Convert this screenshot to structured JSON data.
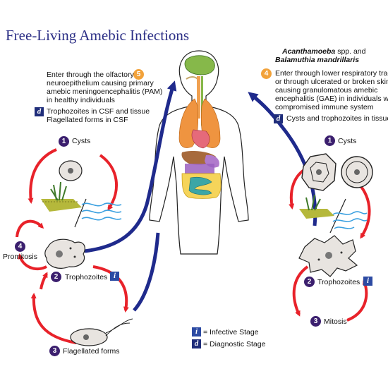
{
  "title": "Free-Living Amebic Infections",
  "left": {
    "step5_badge": "5",
    "step5_text": [
      "Enter through the olfactory",
      "neuroepithelium causing primary",
      "amebic meningoencephalitis (PAM)",
      "in healthy individuals"
    ],
    "d_badge": "d",
    "d_text": [
      "Trophozoites in CSF and tissue",
      "Flagellated forms in CSF"
    ],
    "cysts_badge": "1",
    "cysts_label": "Cysts",
    "promitosis_badge": "4",
    "promitosis_label": "Promitosis",
    "trophozoites_badge": "2",
    "trophozoites_label": "Trophozoites",
    "i_badge": "i",
    "flagellated_badge": "3",
    "flagellated_label": "Flagellated forms"
  },
  "right": {
    "species_1": "Acanthamoeba",
    "species_1_suffix": " spp. and",
    "species_2": "Balamuthia mandrillaris",
    "step4_badge": "4",
    "step4_text": [
      "Enter through lower respiratory tract",
      "or through ulcerated or broken skin",
      "causing granulomatous amebic",
      "encephalitis (GAE) in individuals with",
      "compromised immune system"
    ],
    "d_badge": "d",
    "d_text": "Cysts and trophozoites in tissue",
    "cysts_badge": "1",
    "cysts_label": "Cysts",
    "trophozoites_badge": "2",
    "trophozoites_label": "Trophozoites",
    "i_badge": "i",
    "mitosis_badge": "3",
    "mitosis_label": "Mitosis"
  },
  "legend": {
    "infective_badge": "i",
    "infective_label": "= Infective Stage",
    "diagnostic_badge": "d",
    "diagnostic_label": "= Diagnostic Stage"
  },
  "colors": {
    "cycle_arrow": "#e8222a",
    "route_arrow": "#1f2a8c",
    "title": "#2c2f86",
    "step_badge": "#3b1f6e",
    "route_badge": "#f2a23a",
    "infective_badge": "#2c4aa3",
    "diagnostic_badge": "#1f2d7a"
  }
}
